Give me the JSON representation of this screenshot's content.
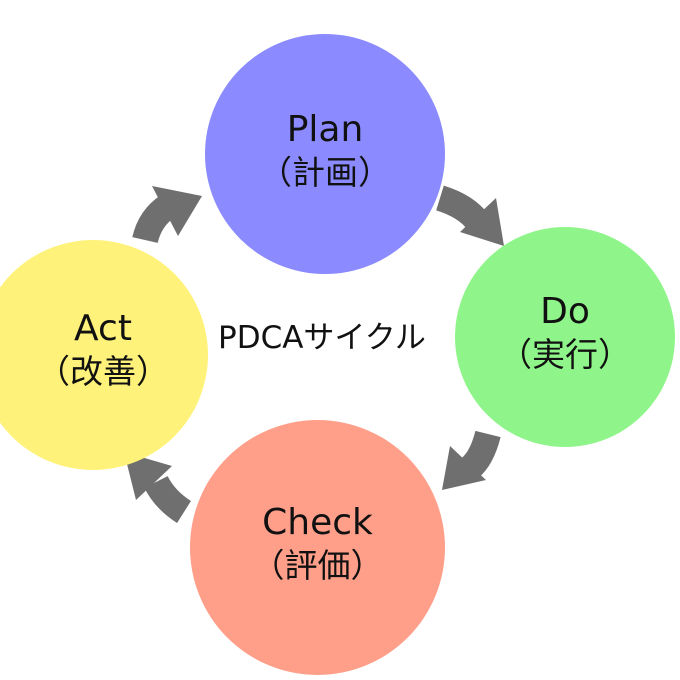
{
  "diagram": {
    "center_title": "PDCAサイクル",
    "nodes": [
      {
        "id": "plan",
        "label": "Plan",
        "sublabel": "（計画）",
        "color": "#8b8bff"
      },
      {
        "id": "do",
        "label": "Do",
        "sublabel": "（実行）",
        "color": "#8ff58a"
      },
      {
        "id": "check",
        "label": "Check",
        "sublabel": "（評価）",
        "color": "#ff9f8a"
      },
      {
        "id": "act",
        "label": "Act",
        "sublabel": "（改善）",
        "color": "#fff27a"
      }
    ],
    "arrow_color": "#6f6f6f"
  }
}
